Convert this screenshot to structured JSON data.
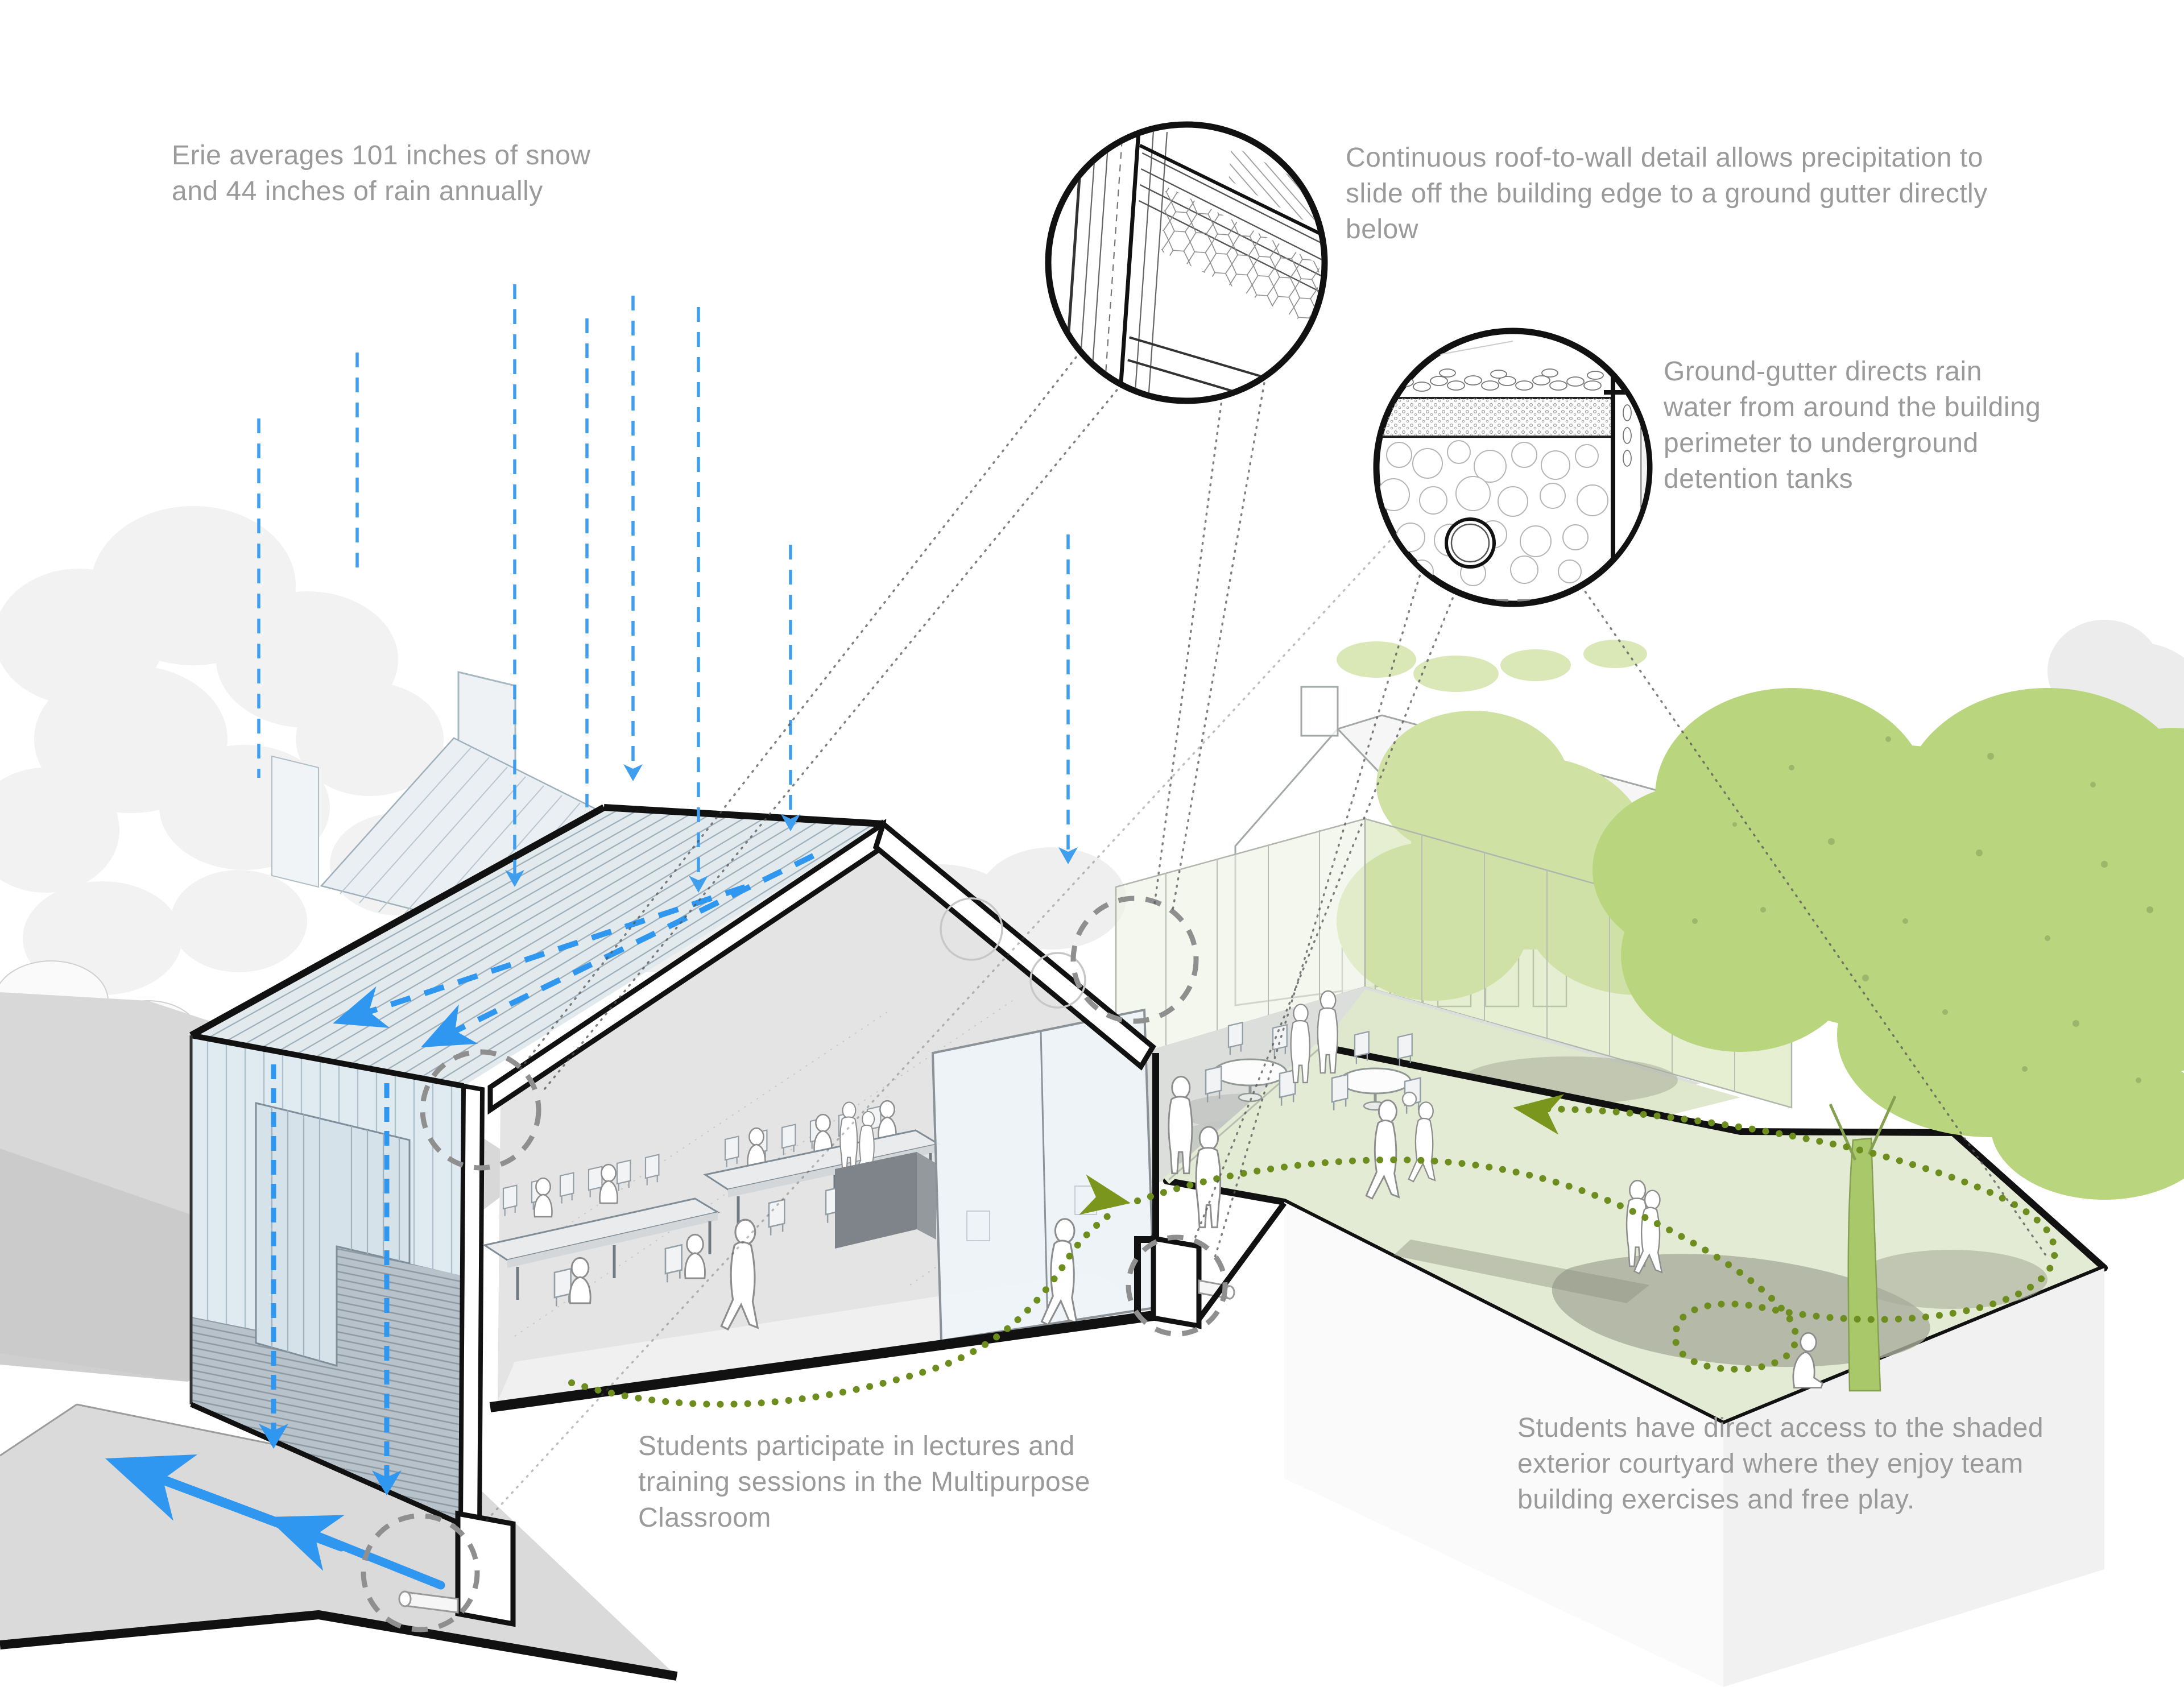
{
  "title": "Multipurpose Classroom stormwater and courtyard diagram",
  "annotations": {
    "climate": "Erie averages 101 inches of snow\nand 44 inches of rain annually",
    "roof_detail": "Continuous roof-to-wall detail allows precipitation to\nslide off the building edge to a ground gutter directly\nbelow",
    "ground_gutter": "Ground-gutter directs rain\nwater from around the building\nperimeter to underground\ndetention tanks",
    "classroom": "Students participate in lectures and\ntraining sessions in the Multipurpose\nClassroom",
    "courtyard": "Students have direct access to the shaded\nexterior courtyard where they enjoy team\nbuilding exercises and free play."
  },
  "colors": {
    "annotation_text": "#9a9a9a",
    "rain_arrow_blue": "#3f9eee",
    "runoff_arrow_blue": "#2f97ef",
    "path_dot_green": "#6e8d1f",
    "path_arrow_green": "#7a961d",
    "tree_green": "#b9d67f",
    "tree_green_light": "#cfe2a4",
    "lawn_green": "#e4ebd4",
    "roof_light_blue": "#e2eaee",
    "wall_light_blue": "#e0eaf1",
    "base_hatch_gray": "#b7c2ca",
    "section_cut_black": "#111111",
    "callout_dash_gray": "#8f8f8f"
  },
  "symbols": {
    "precipitation": "rain-arrow-dashed-blue",
    "roof_runoff": "roof-flow-arrow-dashed-blue",
    "wall_runoff": "wall-flow-arrow-dashed-blue",
    "ground_runoff": "ground-flow-arrow-solid-blue",
    "student_circulation": "student-path-dotted-green",
    "detail_reference_marker": "dashed-gray-circle",
    "roof_to_wall_detail": "roof-to-wall-detail-circle",
    "ground_gutter_detail": "ground-gutter-detail-circle"
  }
}
